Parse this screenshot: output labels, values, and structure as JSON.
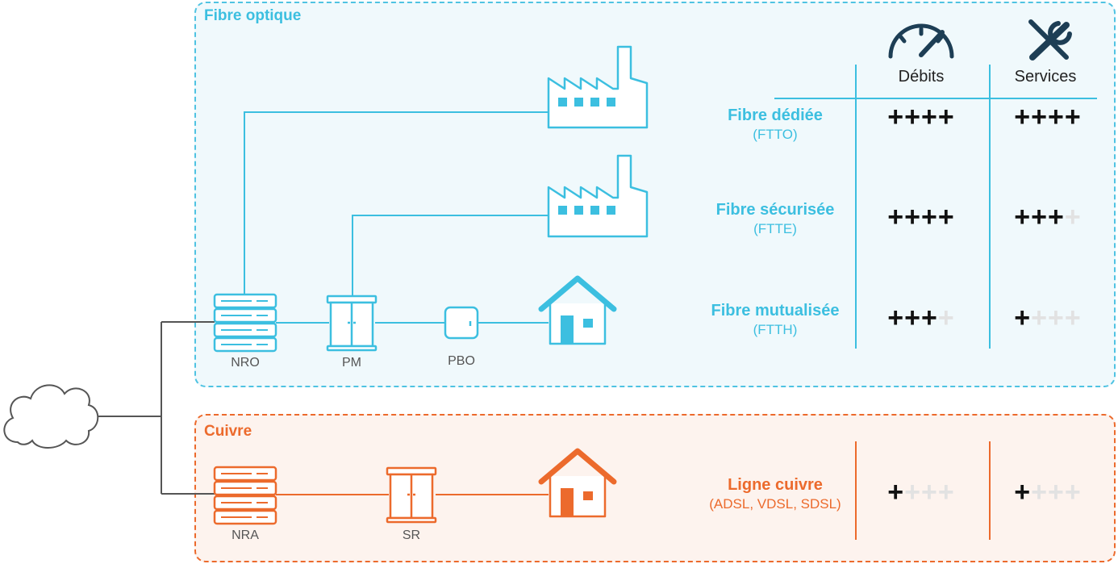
{
  "fiber": {
    "title": "Fibre optique",
    "color": "#3cbfe0",
    "nodes": {
      "nro": "NRO",
      "pm": "PM",
      "pbo": "PBO"
    },
    "columns": {
      "debits": "Débits",
      "services": "Services"
    },
    "rows": [
      {
        "name": "Fibre dédiée",
        "code": "(FTTO)",
        "debits": 4,
        "services": 4
      },
      {
        "name": "Fibre sécurisée",
        "code": "(FTTE)",
        "debits": 4,
        "services": 3
      },
      {
        "name": "Fibre mutualisée",
        "code": "(FTTH)",
        "debits": 3,
        "services": 1
      }
    ]
  },
  "copper": {
    "title": "Cuivre",
    "color": "#ec6a2c",
    "nodes": {
      "nra": "NRA",
      "sr": "SR"
    },
    "rows": [
      {
        "name": "Ligne cuivre",
        "code": "(ADSL, VDSL, SDSL)",
        "debits": 1,
        "services": 1
      }
    ]
  },
  "score_max": 4,
  "icons": {
    "debits": "speedometer-icon",
    "services": "tools-icon",
    "cloud": "cloud-icon",
    "factory": "factory-icon",
    "house": "house-icon",
    "rack": "server-rack-icon",
    "cabinet": "street-cabinet-icon",
    "box": "optical-box-icon"
  }
}
